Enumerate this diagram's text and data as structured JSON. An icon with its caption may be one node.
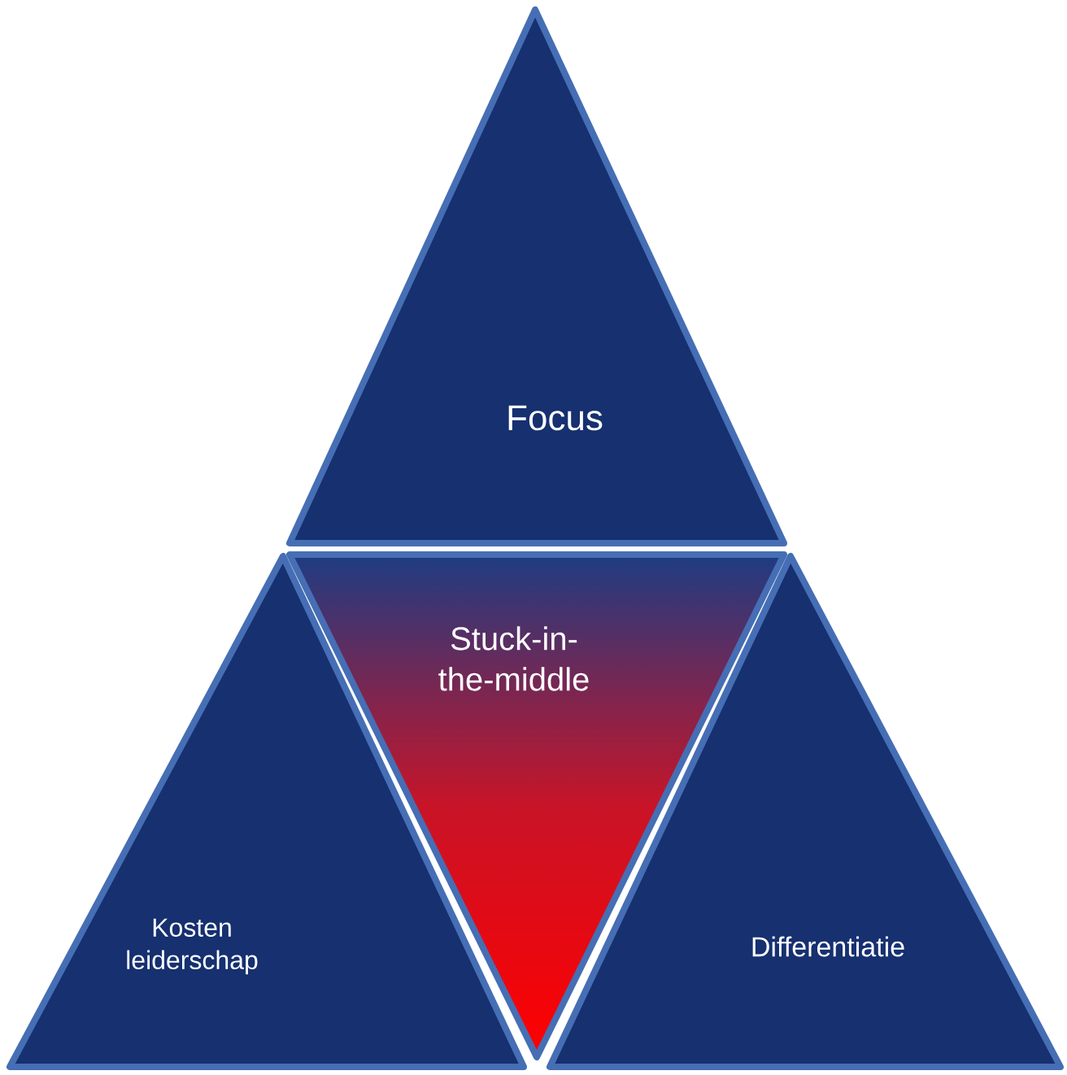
{
  "diagram": {
    "nodes": [
      {
        "text": [
          "Focus"
        ]
      },
      {
        "text": [
          "Stuck-in-the-middle"
        ]
      },
      {
        "text": [
          "Kosten leiderschap"
        ]
      },
      {
        "text": [
          "Differentiatie"
        ]
      }
    ]
  }
}
